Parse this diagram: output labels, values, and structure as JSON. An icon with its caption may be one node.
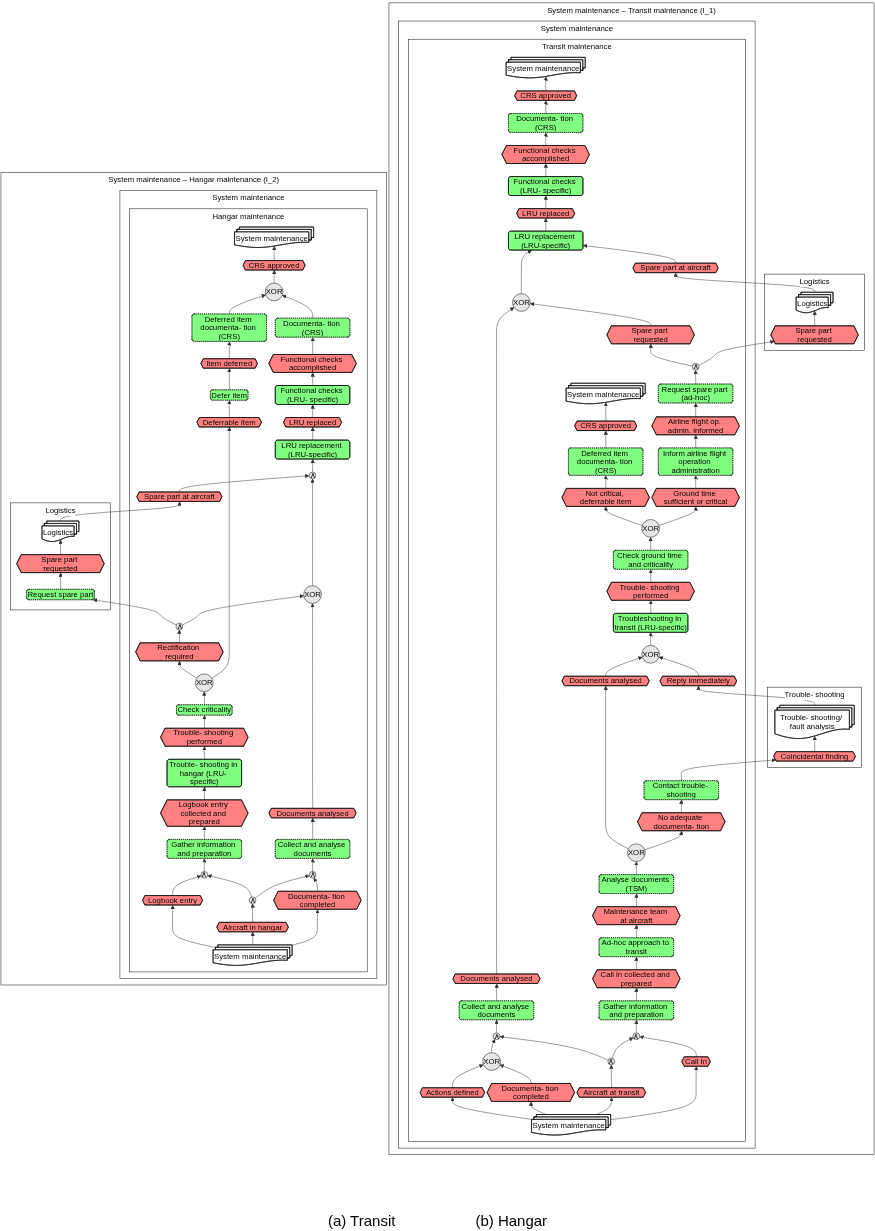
{
  "diagram": {
    "nodes": [
      {
        "text": [
          "System maintenance – Transit maintenance (I_1)"
        ]
      },
      {
        "text": [
          "System maintenance"
        ],
        "in": 0
      },
      {
        "text": [
          "Transit maintenance"
        ],
        "in": 1
      },
      {
        "text": [
          "System maintenance"
        ],
        "in": 2
      },
      {
        "text": [
          "Actions defined"
        ],
        "in": 2
      },
      {
        "text": [
          "Documenta- tion completed"
        ],
        "in": 2
      },
      {
        "text": [
          "Aircraft at transit"
        ],
        "in": 2
      },
      {
        "text": [
          "Call In"
        ],
        "in": 2
      },
      {
        "text": [
          "XOR"
        ],
        "in": 2
      },
      {
        "text": [
          "∧"
        ],
        "in": 2
      },
      {
        "text": [
          "∧"
        ],
        "in": 2
      },
      {
        "text": [
          "∧"
        ],
        "in": 2
      },
      {
        "text": [
          "Collect and analyse documents"
        ],
        "in": 2
      },
      {
        "text": [
          "Documents analysed"
        ],
        "in": 2
      },
      {
        "text": [
          "Gather information and preparation"
        ],
        "in": 2
      },
      {
        "text": [
          "Call in collected and prepared"
        ],
        "in": 2
      },
      {
        "text": [
          "Ad-hoc approach to transit"
        ],
        "in": 2
      },
      {
        "text": [
          "Maintenance team at aircraft"
        ],
        "in": 2
      },
      {
        "text": [
          "XOR"
        ],
        "in": 2
      },
      {
        "text": [
          "Spare part at aircraft"
        ],
        "in": 2
      },
      {
        "text": [
          "LRU replacement (LRU-specific)"
        ],
        "in": 2
      },
      {
        "text": [
          "LRU replaced"
        ],
        "in": 2
      },
      {
        "text": [
          "Functional checks (LRU- specific)"
        ],
        "in": 2
      },
      {
        "text": [
          "Functional checks accomplished"
        ],
        "in": 2
      },
      {
        "text": [
          "Documenta- tion (CRS)"
        ],
        "in": 2
      },
      {
        "text": [
          "CRS approved"
        ],
        "in": 2
      },
      {
        "text": [
          "System maintenance"
        ],
        "in": 2
      },
      {
        "text": [
          "Analyse documents (TSM)"
        ],
        "in": 2
      },
      {
        "text": [
          "XOR"
        ],
        "in": 2
      },
      {
        "text": [
          "Documents analysed"
        ],
        "in": 2
      },
      {
        "text": [
          "No adequate documenta- tion"
        ],
        "in": 2
      },
      {
        "text": [
          "Contact trouble- shooting"
        ],
        "in": 2
      },
      {
        "text": [
          "XOR"
        ],
        "in": 2
      },
      {
        "text": [
          "Reply immediately"
        ],
        "in": 2
      },
      {
        "text": [
          "Troubleshooting in transit (LRU-specific)"
        ],
        "in": 2
      },
      {
        "text": [
          "Trouble- shooting performed"
        ],
        "in": 2
      },
      {
        "text": [
          "Check ground time and criticality"
        ],
        "in": 2
      },
      {
        "text": [
          "XOR"
        ],
        "in": 2
      },
      {
        "text": [
          "Ground time sufficient or critical"
        ],
        "in": 2
      },
      {
        "text": [
          "Inform airline flight operation administration"
        ],
        "in": 2
      },
      {
        "text": [
          "Airline flight op. admin. informed"
        ],
        "in": 2
      },
      {
        "text": [
          "Request spare part (ad-hoc)"
        ],
        "in": 2
      },
      {
        "text": [
          "∧"
        ],
        "in": 2
      },
      {
        "text": [
          "Spare part requested"
        ],
        "in": 2
      },
      {
        "text": [
          "Not critical, deferrable item"
        ],
        "in": 2
      },
      {
        "text": [
          "Deferred item documenta- tion (CRS)"
        ],
        "in": 2
      },
      {
        "text": [
          "CRS approved"
        ],
        "in": 2
      },
      {
        "text": [
          "System maintenance"
        ],
        "in": 2
      },
      {
        "text": [
          "Logistics"
        ],
        "in": 0
      },
      {
        "text": [
          "Spare part requested"
        ],
        "in": 48
      },
      {
        "text": [
          "Logistics"
        ],
        "in": 48
      },
      {
        "text": [
          "Trouble- shooting"
        ],
        "in": 0
      },
      {
        "text": [
          "Coincidental finding"
        ],
        "in": 51
      },
      {
        "text": [
          "Trouble- shooting/ fault analysis"
        ],
        "in": 51
      },
      {
        "text": [
          "System maintenance – Hangar maintenance (I_2)"
        ]
      },
      {
        "text": [
          "System maintenance"
        ],
        "in": 54
      },
      {
        "text": [
          "Hangar maintenance"
        ],
        "in": 55
      },
      {
        "text": [
          "System maintenance"
        ],
        "in": 56
      },
      {
        "text": [
          "Documenta- tion completed"
        ],
        "in": 56
      },
      {
        "text": [
          "Aircraft in hangar"
        ],
        "in": 56
      },
      {
        "text": [
          "Logbook entry"
        ],
        "in": 56
      },
      {
        "text": [
          "∧"
        ],
        "in": 56
      },
      {
        "text": [
          "∧"
        ],
        "in": 56
      },
      {
        "text": [
          "∧"
        ],
        "in": 56
      },
      {
        "text": [
          "Collect and analyse documents"
        ],
        "in": 56
      },
      {
        "text": [
          "Documents analysed"
        ],
        "in": 56
      },
      {
        "text": [
          "Gather information and preparation"
        ],
        "in": 56
      },
      {
        "text": [
          "Logbook entry collected and prepared"
        ],
        "in": 56
      },
      {
        "text": [
          "Trouble- shooting in hangar (LRU- specific)"
        ],
        "in": 56
      },
      {
        "text": [
          "Trouble- shooting performed"
        ],
        "in": 56
      },
      {
        "text": [
          "Check criticality"
        ],
        "in": 56
      },
      {
        "text": [
          "XOR"
        ],
        "in": 56
      },
      {
        "text": [
          "Deferrable item"
        ],
        "in": 56
      },
      {
        "text": [
          "Rectification required"
        ],
        "in": 56
      },
      {
        "text": [
          "∧"
        ],
        "in": 56
      },
      {
        "text": [
          "XOR"
        ],
        "in": 56
      },
      {
        "text": [
          "Spare part at aircraft"
        ],
        "in": 56
      },
      {
        "text": [
          "∧"
        ],
        "in": 56
      },
      {
        "text": [
          "LRU replacement (LRU-specific)"
        ],
        "in": 56
      },
      {
        "text": [
          "LRU replaced"
        ],
        "in": 56
      },
      {
        "text": [
          "Functional checks (LRU- specific)"
        ],
        "in": 56
      },
      {
        "text": [
          "Functional checks accomplished"
        ],
        "in": 56
      },
      {
        "text": [
          "Documenta- tion (CRS)"
        ],
        "in": 56
      },
      {
        "text": [
          "Defer item"
        ],
        "in": 56
      },
      {
        "text": [
          "Item deferred"
        ],
        "in": 56
      },
      {
        "text": [
          "Deferred item documenta- tion (CRS)"
        ],
        "in": 56
      },
      {
        "text": [
          "XOR"
        ],
        "in": 56
      },
      {
        "text": [
          "CRS approved"
        ],
        "in": 56
      },
      {
        "text": [
          "System maintenance"
        ],
        "in": 56
      },
      {
        "text": [
          "Logistics"
        ],
        "in": 54
      },
      {
        "text": [
          "Request spare part"
        ],
        "in": 89
      },
      {
        "text": [
          "Spare part requested"
        ],
        "in": 89
      },
      {
        "text": [
          "Logistics"
        ],
        "in": 89
      }
    ],
    "edges": [
      {
        "from": 3,
        "to": 4,
        "arrow": "to"
      },
      {
        "from": 3,
        "to": 5,
        "arrow": "to"
      },
      {
        "from": 3,
        "to": 6,
        "arrow": "to"
      },
      {
        "from": 3,
        "to": 7,
        "arrow": "to"
      },
      {
        "from": 4,
        "to": 8,
        "arrow": "to"
      },
      {
        "from": 5,
        "to": 8,
        "arrow": "to"
      },
      {
        "from": 8,
        "to": 9,
        "arrow": "to"
      },
      {
        "from": 6,
        "to": 10,
        "arrow": "to"
      },
      {
        "from": 10,
        "to": 9,
        "arrow": "to"
      },
      {
        "from": 10,
        "to": 11,
        "arrow": "to"
      },
      {
        "from": 7,
        "to": 11,
        "arrow": "to"
      },
      {
        "from": 9,
        "to": 12,
        "arrow": "to"
      },
      {
        "from": 12,
        "to": 13,
        "arrow": "to"
      },
      {
        "from": 13,
        "to": 18,
        "arrow": "to"
      },
      {
        "from": 11,
        "to": 14,
        "arrow": "to"
      },
      {
        "from": 14,
        "to": 15,
        "arrow": "to"
      },
      {
        "from": 15,
        "to": 16,
        "arrow": "to"
      },
      {
        "from": 16,
        "to": 17,
        "arrow": "to"
      },
      {
        "from": 43,
        "to": 18,
        "arrow": "to"
      },
      {
        "from": 18,
        "to": 20,
        "arrow": "to"
      },
      {
        "from": 17,
        "to": 27,
        "arrow": "to"
      },
      {
        "from": 50,
        "to": 19,
        "arrow": "to"
      },
      {
        "from": 19,
        "to": 20,
        "arrow": "to"
      },
      {
        "from": 20,
        "to": 21,
        "arrow": "to"
      },
      {
        "from": 21,
        "to": 22,
        "arrow": "to"
      },
      {
        "from": 22,
        "to": 23,
        "arrow": "to"
      },
      {
        "from": 23,
        "to": 24,
        "arrow": "to"
      },
      {
        "from": 24,
        "to": 25,
        "arrow": "to"
      },
      {
        "from": 25,
        "to": 26,
        "arrow": "to"
      },
      {
        "from": 27,
        "to": 28,
        "arrow": "to"
      },
      {
        "from": 28,
        "to": 29,
        "arrow": "to"
      },
      {
        "from": 28,
        "to": 30,
        "arrow": "to"
      },
      {
        "from": 29,
        "to": 32,
        "arrow": "to"
      },
      {
        "from": 30,
        "to": 31,
        "arrow": "to"
      },
      {
        "from": 31,
        "to": 52,
        "arrow": "to"
      },
      {
        "from": 52,
        "to": 53,
        "arrow": "to"
      },
      {
        "from": 53,
        "to": 33,
        "arrow": "to"
      },
      {
        "from": 33,
        "to": 32,
        "arrow": "to"
      },
      {
        "from": 32,
        "to": 34,
        "arrow": "to"
      },
      {
        "from": 34,
        "to": 35,
        "arrow": "to"
      },
      {
        "from": 35,
        "to": 36,
        "arrow": "to"
      },
      {
        "from": 36,
        "to": 37,
        "arrow": "to"
      },
      {
        "from": 37,
        "to": 38,
        "arrow": "to"
      },
      {
        "from": 37,
        "to": 44,
        "arrow": "to"
      },
      {
        "from": 38,
        "to": 39,
        "arrow": "to"
      },
      {
        "from": 39,
        "to": 40,
        "arrow": "to"
      },
      {
        "from": 40,
        "to": 41,
        "arrow": "to"
      },
      {
        "from": 41,
        "to": 42,
        "arrow": "to"
      },
      {
        "from": 42,
        "to": 43,
        "arrow": "to"
      },
      {
        "from": 42,
        "to": 49,
        "arrow": "to"
      },
      {
        "from": 49,
        "to": 50,
        "arrow": "to"
      },
      {
        "from": 44,
        "to": 45,
        "arrow": "to"
      },
      {
        "from": 45,
        "to": 46,
        "arrow": "to"
      },
      {
        "from": 46,
        "to": 47,
        "arrow": "to"
      },
      {
        "from": 57,
        "to": 58,
        "arrow": "to"
      },
      {
        "from": 57,
        "to": 59,
        "arrow": "to"
      },
      {
        "from": 57,
        "to": 60,
        "arrow": "to"
      },
      {
        "from": 58,
        "to": 61,
        "arrow": "to"
      },
      {
        "from": 59,
        "to": 62,
        "arrow": "to"
      },
      {
        "from": 60,
        "to": 63,
        "arrow": "to"
      },
      {
        "from": 62,
        "to": 61,
        "arrow": "to"
      },
      {
        "from": 62,
        "to": 63,
        "arrow": "to"
      },
      {
        "from": 61,
        "to": 64,
        "arrow": "to"
      },
      {
        "from": 64,
        "to": 65,
        "arrow": "to"
      },
      {
        "from": 65,
        "to": 75,
        "arrow": "to"
      },
      {
        "from": 63,
        "to": 66,
        "arrow": "to"
      },
      {
        "from": 66,
        "to": 67,
        "arrow": "to"
      },
      {
        "from": 67,
        "to": 68,
        "arrow": "to"
      },
      {
        "from": 68,
        "to": 69,
        "arrow": "to"
      },
      {
        "from": 69,
        "to": 70,
        "arrow": "to"
      },
      {
        "from": 70,
        "to": 71,
        "arrow": "to"
      },
      {
        "from": 71,
        "to": 72,
        "arrow": "to"
      },
      {
        "from": 71,
        "to": 73,
        "arrow": "to"
      },
      {
        "from": 73,
        "to": 74,
        "arrow": "to"
      },
      {
        "from": 74,
        "to": 75,
        "arrow": "to"
      },
      {
        "from": 74,
        "to": 90,
        "arrow": "to"
      },
      {
        "from": 90,
        "to": 91,
        "arrow": "to"
      },
      {
        "from": 91,
        "to": 92,
        "arrow": "to"
      },
      {
        "from": 92,
        "to": 76,
        "arrow": "to"
      },
      {
        "from": 75,
        "to": 77,
        "arrow": "to"
      },
      {
        "from": 76,
        "to": 77,
        "arrow": "to"
      },
      {
        "from": 77,
        "to": 78,
        "arrow": "to"
      },
      {
        "from": 78,
        "to": 79,
        "arrow": "to"
      },
      {
        "from": 79,
        "to": 80,
        "arrow": "to"
      },
      {
        "from": 80,
        "to": 81,
        "arrow": "to"
      },
      {
        "from": 81,
        "to": 82,
        "arrow": "to"
      },
      {
        "from": 82,
        "to": 86,
        "arrow": "to"
      },
      {
        "from": 72,
        "to": 83,
        "arrow": "to"
      },
      {
        "from": 83,
        "to": 84,
        "arrow": "to"
      },
      {
        "from": 84,
        "to": 85,
        "arrow": "to"
      },
      {
        "from": 85,
        "to": 86,
        "arrow": "to"
      },
      {
        "from": 86,
        "to": 87,
        "arrow": "to"
      },
      {
        "from": 87,
        "to": 88,
        "arrow": "to"
      }
    ],
    "labels": [
      "(a) Transit",
      "(b) Hangar"
    ]
  }
}
